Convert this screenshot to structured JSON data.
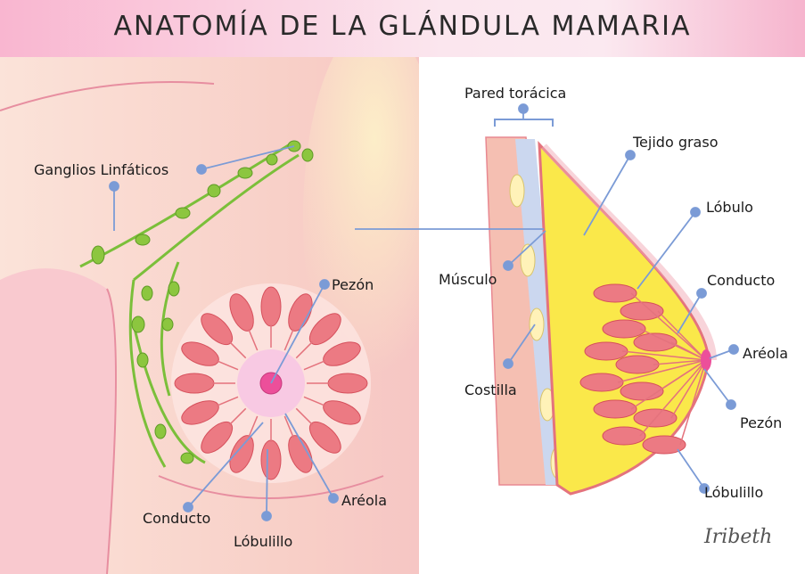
{
  "title": "ANATOMÍA DE LA GLÁNDULA MAMARIA",
  "colors": {
    "tissue": "#ec7a83",
    "fat": "#fae84a",
    "node": "#8cc63f",
    "pointer": "#7b9bd6"
  },
  "labels": {
    "ganglios": "Ganglios Linfáticos",
    "pezon_front": "Pezón",
    "conducto_front": "Conducto",
    "lobulillo_front": "Lóbulillo",
    "areola_front": "Aréola",
    "pared": "Pared torácica",
    "tejido": "Tejido graso",
    "lobulo": "Lóbulo",
    "musculo": "Músculo",
    "conducto_side": "Conducto",
    "areola_side": "Aréola",
    "costilla": "Costilla",
    "pezon_side": "Pezón",
    "lobulillo_side": "Lóbulillo"
  },
  "signature": "Iribeth"
}
